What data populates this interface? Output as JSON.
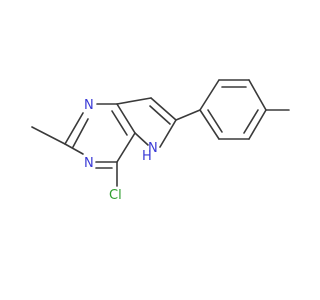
{
  "molecule": {
    "atoms": {
      "n1": "N",
      "n3": "N",
      "nh_n": "N",
      "nh_h": "H",
      "cl": "Cl"
    },
    "colors": {
      "nitrogen": "#3a3ad6",
      "chlorine": "#2e9e2e",
      "bond": "#3a3a3a"
    }
  }
}
